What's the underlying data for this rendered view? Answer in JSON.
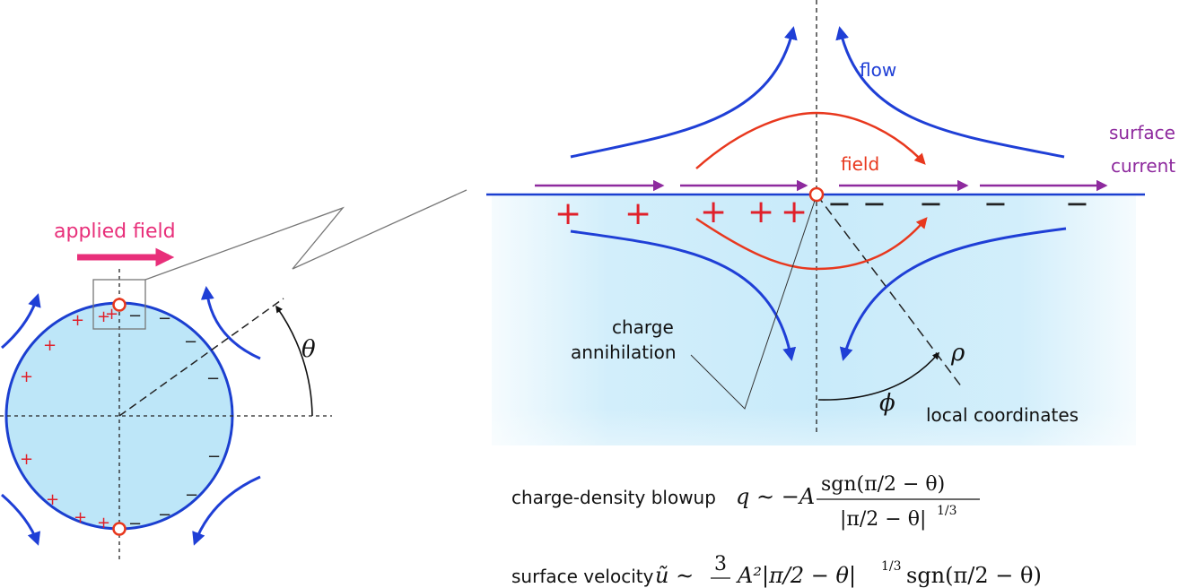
{
  "colors": {
    "flow": "#1f3fd6",
    "field": "#e8381e",
    "current": "#8e2a9e",
    "applied": "#e82f7a",
    "plus": "#e0202a",
    "drop": "#bde6f8",
    "drop_stroke": "#1b3fd0",
    "guide": "#555555"
  },
  "labels": {
    "applied_field": "applied field",
    "theta": "θ",
    "flow": "flow",
    "field": "field",
    "surface_current_1": "surface",
    "surface_current_2": "current",
    "charge_annihilation_1": "charge",
    "charge_annihilation_2": "annihilation",
    "rho": "ρ",
    "phi": "ϕ",
    "local_coordinates": "local coordinates"
  },
  "equations": {
    "blowup": {
      "label": "charge-density blowup",
      "lhs": "q ∼ −A",
      "numerator": "sgn(π/2 − θ)",
      "denominator": "|π/2 − θ|",
      "denominator_exp": "1/3"
    },
    "velocity": {
      "label": "surface velocity",
      "lhs": "ũ ∼",
      "frac_num": "3",
      "rhs": "A²|π/2 − θ|",
      "rhs_exp": "1/3",
      "rhs_tail": "sgn(π/2 − θ)"
    }
  },
  "charges": {
    "drop_plus": "+",
    "drop_minus": "−",
    "surface_plus": "+",
    "surface_minus": "−"
  }
}
